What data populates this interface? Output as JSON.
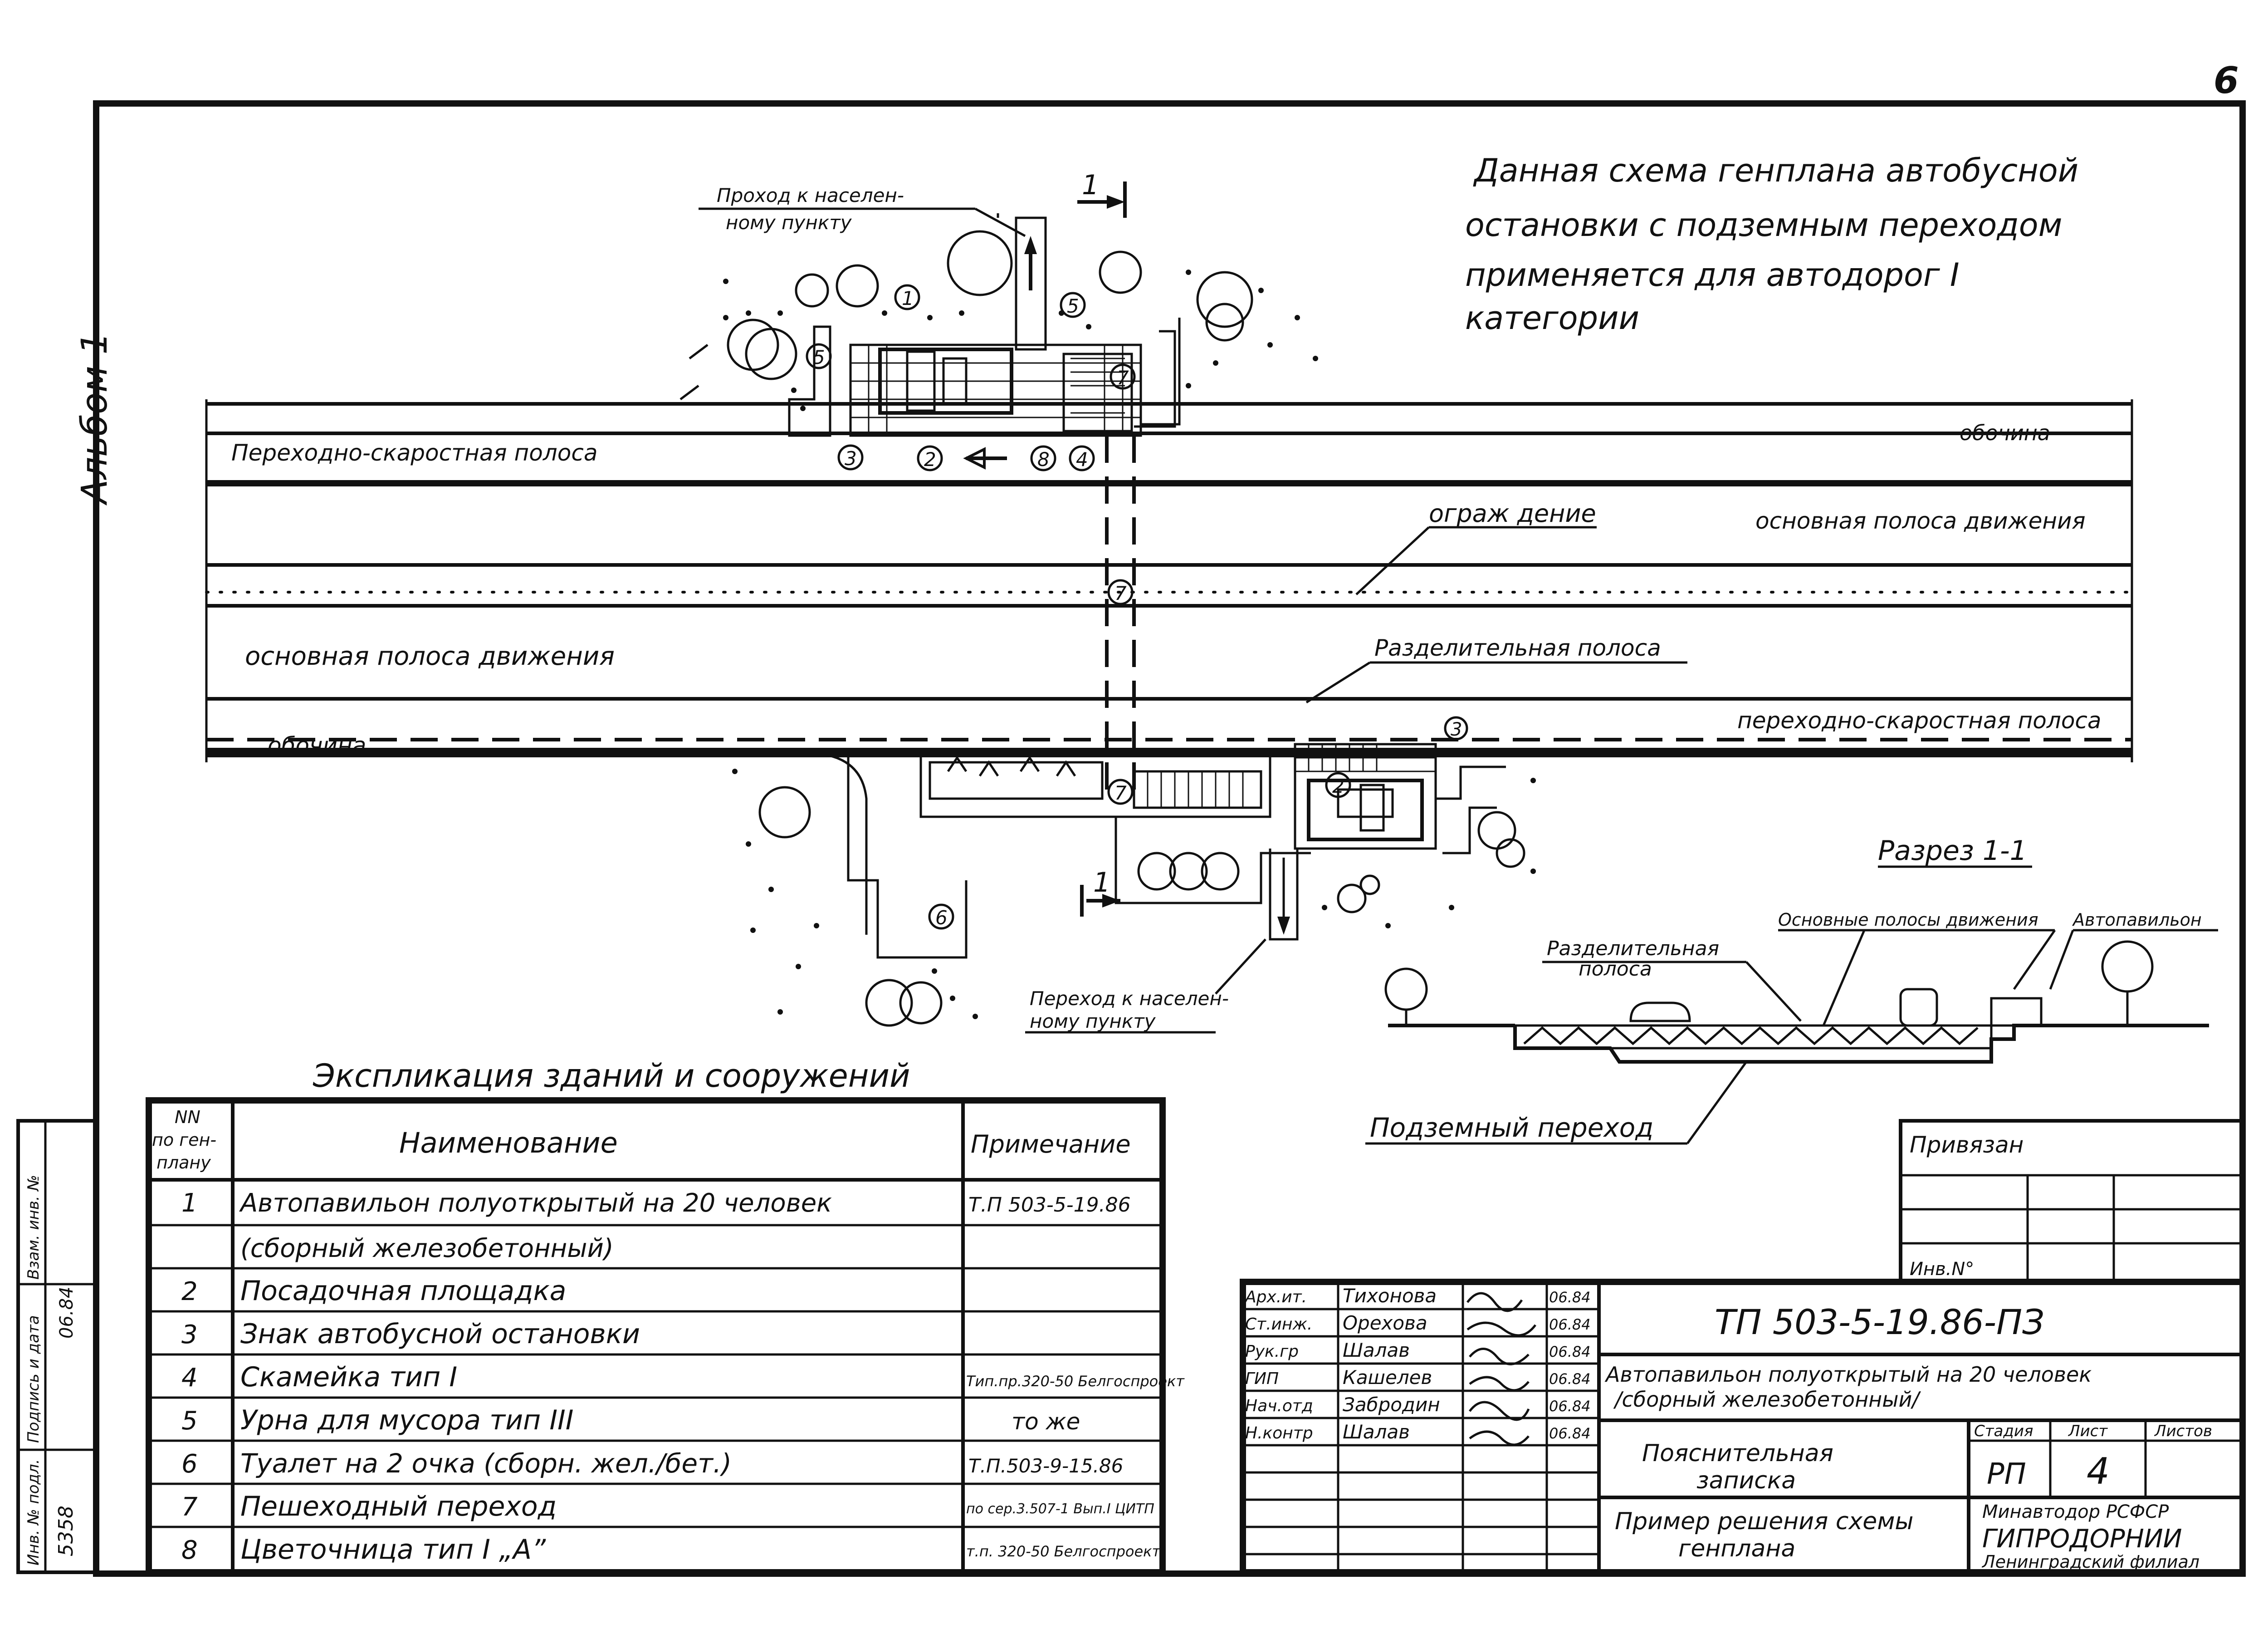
{
  "page_number": "6",
  "side_label": "Альбом 1",
  "note": {
    "line1": "Данная схема генплана автобусной",
    "line2": "остановки с подземным переходом",
    "line3": "применяется для автодорог I",
    "line4": "категории"
  },
  "plan": {
    "passage_top_1": "Проход к населен-",
    "passage_top_2": "ному пункту",
    "passage_bottom_1": "Переход к населен-",
    "passage_bottom_2": "ному пункту",
    "section_mark": "1",
    "lane_accel_top": "Переходно-скаростная полоса",
    "shoulder_top": "обочина",
    "fence": "ограж дение",
    "main_lane_right": "основная полоса движения",
    "main_lane_left": "основная полоса движения",
    "divider": "Разделительная полоса",
    "lane_accel_bottom": "переходно-скаростная полоса",
    "shoulder_bottom": "обочина",
    "markers": [
      "1",
      "2",
      "3",
      "4",
      "5",
      "6",
      "7",
      "8"
    ]
  },
  "section": {
    "title": "Разрез 1-1",
    "main_lanes": "Основные полосы движения",
    "pavilion": "Автопавильон",
    "divider_1": "Разделительная",
    "divider_2": "полоса",
    "underpass": "Подземный переход"
  },
  "explication": {
    "title": "Экспликация зданий и сооружений",
    "head_num_1": "NN",
    "head_num_2": "по ген-",
    "head_num_3": "плану",
    "head_name": "Наименование",
    "head_note": "Примечание",
    "rows": [
      {
        "num": "1",
        "name": "Автопавильон полуоткрытый на 20 человек",
        "note": "Т.П 503-5-19.86"
      },
      {
        "num": "",
        "name": "(сборный железобетонный)",
        "note": ""
      },
      {
        "num": "2",
        "name": "Посадочная площадка",
        "note": ""
      },
      {
        "num": "3",
        "name": "Знак автобусной остановки",
        "note": ""
      },
      {
        "num": "4",
        "name": "Скамейка тип I",
        "note": "Тип.пр.320-50 Белгоспроект"
      },
      {
        "num": "5",
        "name": "Урна для мусора тип III",
        "note": "то же"
      },
      {
        "num": "6",
        "name": "Туалет на 2 очка (сборн. жел./бет.)",
        "note": "Т.П.503-9-15.86"
      },
      {
        "num": "7",
        "name": "Пешеходный переход",
        "note": "по сер.3.507-1 Вып.I ЦИТП"
      },
      {
        "num": "8",
        "name": "Цветочница тип I „А”",
        "note": "т.п. 320-50 Белгоспроект"
      }
    ]
  },
  "stamp": {
    "attached": "Привязан",
    "inv": "Инв.N°",
    "code": "ТП 503-5-19.86-ПЗ",
    "subject_1": "Автопавильон полуоткрытый на 20 человек",
    "subject_2": "/сборный железобетонный/",
    "doc_1": "Пояснительная",
    "doc_2": "записка",
    "sheet_title_1": "Пример решения схемы",
    "sheet_title_2": "генплана",
    "stage_h": "Стадия",
    "sheet_h": "Лист",
    "sheets_h": "Листов",
    "stage": "РП",
    "sheet": "4",
    "org_1": "Минавтодор РСФСР",
    "org_2": "ГИПРОДОРНИИ",
    "org_3": "Ленинградский филиал",
    "people": [
      {
        "role": "Арх.ит.",
        "name": "Тихонова",
        "date": "06.84"
      },
      {
        "role": "Ст.инж.",
        "name": "Орехова",
        "date": "06.84"
      },
      {
        "role": "Рук.гр",
        "name": "Шалав",
        "date": "06.84"
      },
      {
        "role": "ГИП",
        "name": "Кашелев",
        "date": "06.84"
      },
      {
        "role": "Нач.отд",
        "name": "Забродин",
        "date": "06.84"
      },
      {
        "role": "Н.контр",
        "name": "Шалав",
        "date": "06.84"
      }
    ]
  },
  "side_stamp": {
    "inv_orig": "Инв. № подл.",
    "inv_value": "5358",
    "sign_date": "Подпись и дата",
    "date_value": "06.84",
    "replace": "Взам. инв. №"
  }
}
